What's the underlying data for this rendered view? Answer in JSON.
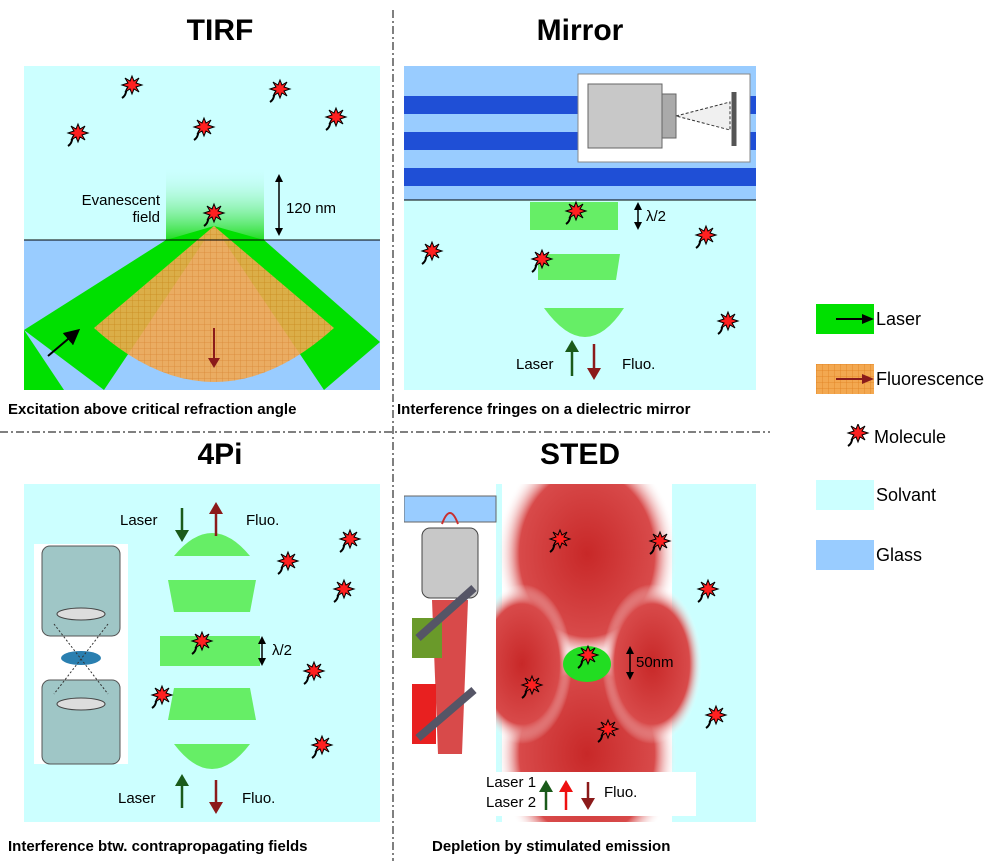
{
  "panels": {
    "tirf": {
      "title": "TIRF",
      "caption": "Excitation above critical refraction angle",
      "evanescent_line1": "Evanescent",
      "evanescent_line2": "field",
      "depth": "120 nm"
    },
    "mirror": {
      "title": "Mirror",
      "caption": "Interference fringes on a dielectric mirror",
      "spacing": "λ/2",
      "laser": "Laser",
      "fluo": "Fluo."
    },
    "fourpi": {
      "title": "4Pi",
      "caption": "Interference btw. contrapropagating fields",
      "spacing": "λ/2",
      "laser_top": "Laser",
      "fluo_top": "Fluo.",
      "laser_bottom": "Laser",
      "fluo_bottom": "Fluo."
    },
    "sted": {
      "title": "STED",
      "caption": "Depletion by stimulated emission",
      "spot": "50nm",
      "laser1": "Laser 1",
      "laser2": "Laser 2",
      "fluo": "Fluo."
    }
  },
  "legend": {
    "laser": "Laser",
    "fluorescence": "Fluorescence",
    "molecule": "Molecule",
    "solvant": "Solvant",
    "glass": "Glass"
  },
  "colors": {
    "solvant": "#ccffff",
    "glass": "#99ccff",
    "laser": "#00e000",
    "fluorescence": "#f0a040",
    "depletion": "#d23a3a",
    "mirror_stripe": "#1f4fd6"
  }
}
